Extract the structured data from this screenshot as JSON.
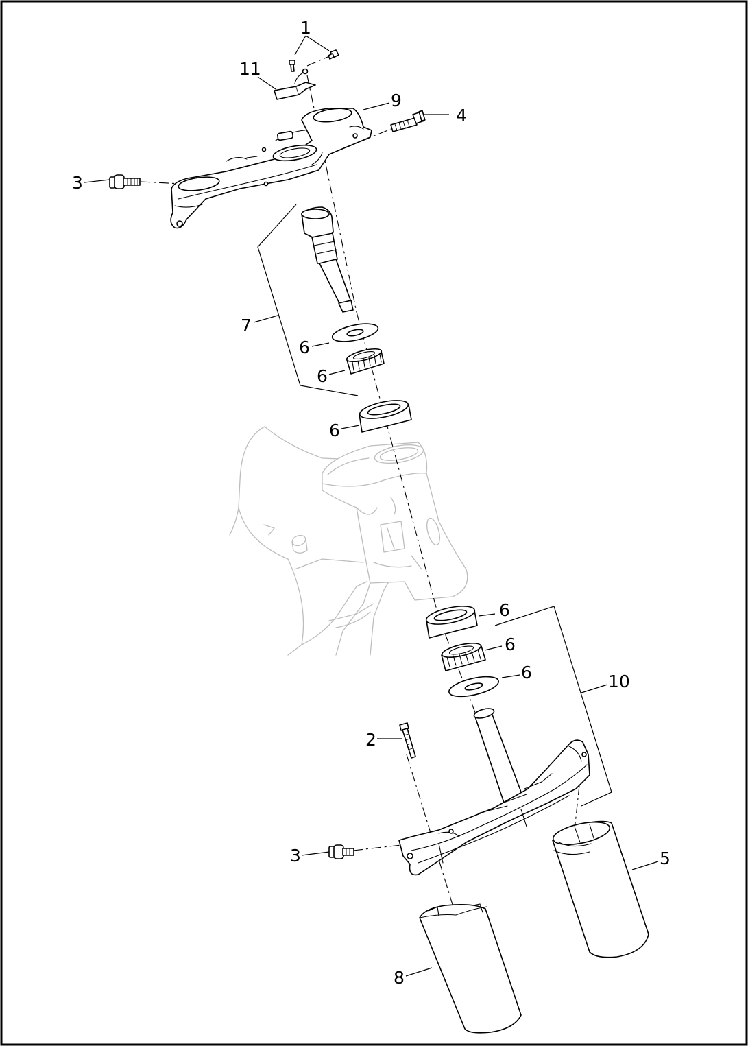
{
  "diagram": {
    "type": "exploded-parts-view",
    "callouts": [
      "1",
      "11",
      "9",
      "4",
      "3",
      "7",
      "6",
      "6",
      "6",
      "6",
      "6",
      "6",
      "10",
      "2",
      "3",
      "5",
      "8"
    ]
  }
}
